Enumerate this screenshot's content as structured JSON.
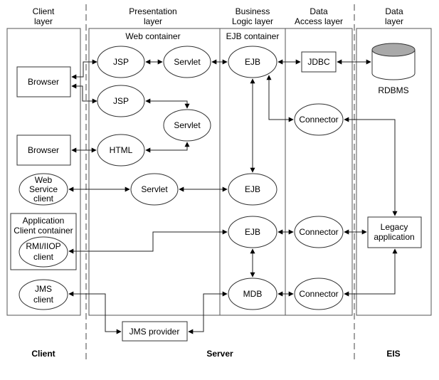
{
  "diagram": {
    "layers": {
      "client": [
        "Client",
        "layer"
      ],
      "presentation": [
        "Presentation",
        "layer"
      ],
      "business": [
        "Business",
        "Logic layer"
      ],
      "data_access": [
        "Data",
        "Access layer"
      ],
      "data": [
        "Data",
        "layer"
      ]
    },
    "containers": {
      "web": "Web container",
      "ejb": "EJB container",
      "app_client": [
        "Application",
        "Client container"
      ]
    },
    "tiers": {
      "client": "Client",
      "server": "Server",
      "eis": "EIS"
    },
    "nodes": {
      "browser1": "Browser",
      "browser2": "Browser",
      "web_service_client": [
        "Web",
        "Service",
        "client"
      ],
      "rmi_client": [
        "RMI/IIOP",
        "client"
      ],
      "jms_client": [
        "JMS",
        "client"
      ],
      "jsp1": "JSP",
      "servlet1": "Servlet",
      "jsp2": "JSP",
      "servlet2": "Servlet",
      "html": "HTML",
      "servlet3": "Servlet",
      "ejb1": "EJB",
      "ejb2": "EJB",
      "ejb3": "EJB",
      "mdb": "MDB",
      "jdbc": "JDBC",
      "connector1": "Connector",
      "connector2": "Connector",
      "connector3": "Connector",
      "rdbms": "RDBMS",
      "legacy": [
        "Legacy",
        "application"
      ],
      "jms_provider": "JMS provider"
    },
    "connections": [
      {
        "from": "Browser",
        "to": "JSP",
        "type": "bidirectional"
      },
      {
        "from": "Browser",
        "to": "JSP (2)",
        "type": "bidirectional"
      },
      {
        "from": "JSP",
        "to": "Servlet",
        "type": "bidirectional"
      },
      {
        "from": "Servlet",
        "to": "EJB",
        "type": "bidirectional"
      },
      {
        "from": "JSP (2)",
        "to": "Servlet (2)",
        "type": "bidirectional"
      },
      {
        "from": "HTML",
        "to": "Servlet (2)",
        "type": "bidirectional"
      },
      {
        "from": "Browser (2)",
        "to": "HTML",
        "type": "bidirectional"
      },
      {
        "from": "EJB",
        "to": "JDBC",
        "type": "bidirectional"
      },
      {
        "from": "JDBC",
        "to": "RDBMS",
        "type": "bidirectional"
      },
      {
        "from": "EJB",
        "to": "Connector",
        "type": "bidirectional"
      },
      {
        "from": "Connector",
        "to": "Legacy application",
        "type": "bidirectional"
      },
      {
        "from": "EJB",
        "to": "EJB (2)",
        "type": "bidirectional"
      },
      {
        "from": "Web Service client",
        "to": "Servlet (3)",
        "type": "bidirectional"
      },
      {
        "from": "Servlet (3)",
        "to": "EJB (2)",
        "type": "bidirectional"
      },
      {
        "from": "RMI/IIOP client",
        "to": "EJB (3)",
        "type": "bidirectional"
      },
      {
        "from": "EJB (3)",
        "to": "Connector (2)",
        "type": "bidirectional"
      },
      {
        "from": "Connector (2)",
        "to": "Legacy application",
        "type": "bidirectional"
      },
      {
        "from": "EJB (3)",
        "to": "MDB",
        "type": "bidirectional"
      },
      {
        "from": "MDB",
        "to": "Connector (3)",
        "type": "bidirectional"
      },
      {
        "from": "Connector (3)",
        "to": "Legacy application",
        "type": "bidirectional"
      },
      {
        "from": "JMS client",
        "to": "JMS provider",
        "type": "bidirectional"
      },
      {
        "from": "JMS provider",
        "to": "MDB",
        "type": "bidirectional"
      }
    ],
    "colors": {
      "db_top": "#a9a9a9",
      "line": "#222222",
      "background": "#ffffff"
    }
  }
}
